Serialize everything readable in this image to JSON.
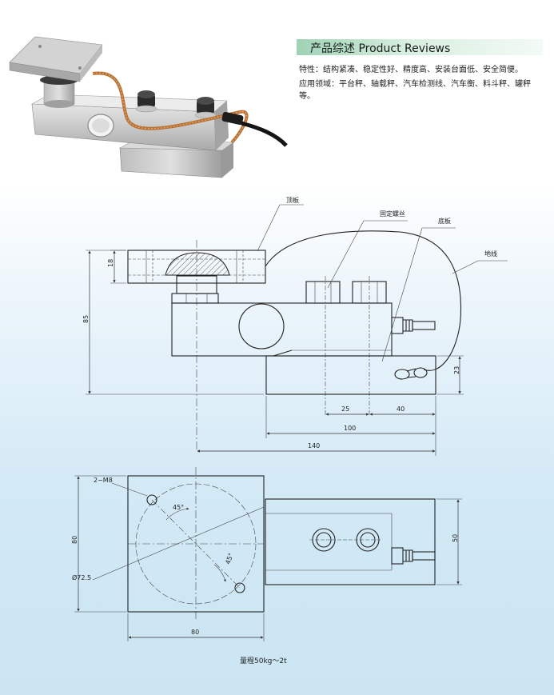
{
  "header": {
    "title": "产品综述 Product Reviews"
  },
  "description": {
    "features": "特性：结构紧凑、稳定性好、精度高、安装台面低、安全简便。",
    "applications": "应用领域：平台秤、轴载秤、汽车检测线、汽车衡、料斗秤、罐秤等。"
  },
  "side_view": {
    "callouts": {
      "top_plate": "顶板",
      "fixing_bolt": "固定螺丝",
      "bottom_plate": "底板",
      "ground_wire": "地线"
    },
    "dimensions": {
      "plate_thickness": "18",
      "total_height": "85",
      "base_height": "23",
      "bolt_spacing": "25",
      "bolt_to_end": "40",
      "base_length": "100",
      "total_length": "140"
    }
  },
  "top_view": {
    "labels": {
      "holes": "2−M8",
      "angle_upper": "45°",
      "angle_lower": "45°",
      "circle_diameter": "Ø72.5"
    },
    "dimensions": {
      "plate_height": "80",
      "plate_width": "80",
      "sensor_width": "50"
    }
  },
  "footer": {
    "capacity": "量程50kg～2t"
  },
  "colors": {
    "header_accent": "#9fd3b4",
    "background_blue": "#cbe5f3",
    "copper_wire": "#b87333"
  }
}
